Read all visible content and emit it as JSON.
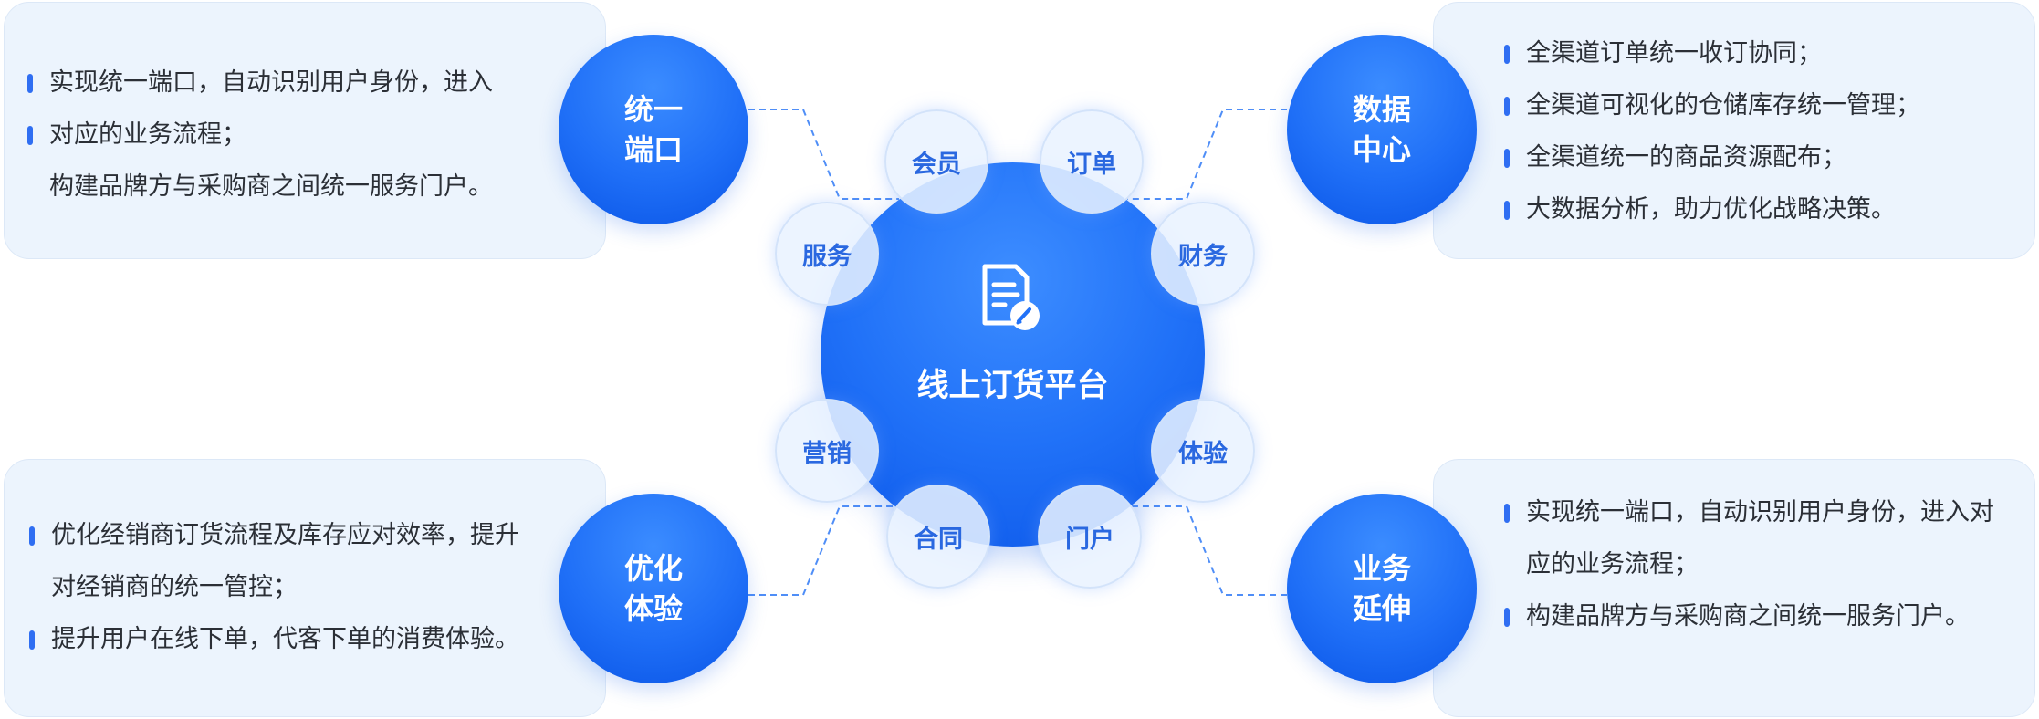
{
  "center": {
    "title": "线上订货平台",
    "icon": "document-edit-icon"
  },
  "satellites": [
    "会员",
    "订单",
    "服务",
    "财务",
    "营销",
    "体验",
    "合同",
    "门户"
  ],
  "nodes": {
    "top_left": {
      "line1": "统一",
      "line2": "端口"
    },
    "top_right": {
      "line1": "数据",
      "line2": "中心"
    },
    "bottom_left": {
      "line1": "优化",
      "line2": "体验"
    },
    "bottom_right": {
      "line1": "业务",
      "line2": "延伸"
    }
  },
  "panels": {
    "top_left": [
      "实现统一端口，自动识别用户身份，进入",
      "对应的业务流程；",
      "构建品牌方与采购商之间统一服务门户。"
    ],
    "top_right": [
      "全渠道订单统一收订协同；",
      "全渠道可视化的仓储库存统一管理；",
      "全渠道统一的商品资源配布；",
      "大数据分析，助力优化战略决策。"
    ],
    "bottom_left": [
      "优化经销商订货流程及库存应对效率，提升",
      "对经销商的统一管控；",
      "提升用户在线下单，代客下单的消费体验。"
    ],
    "bottom_right": [
      "实现统一端口，自动识别用户身份，进入对",
      "应的业务流程；",
      "构建品牌方与采购商之间统一服务门户。"
    ]
  },
  "colors": {
    "primary": "#1f6ff7",
    "panel_bg": "#ecf4fd",
    "satellite_text": "#2a68e0",
    "connector": "#4f8ef7",
    "text": "#2b2f36"
  }
}
